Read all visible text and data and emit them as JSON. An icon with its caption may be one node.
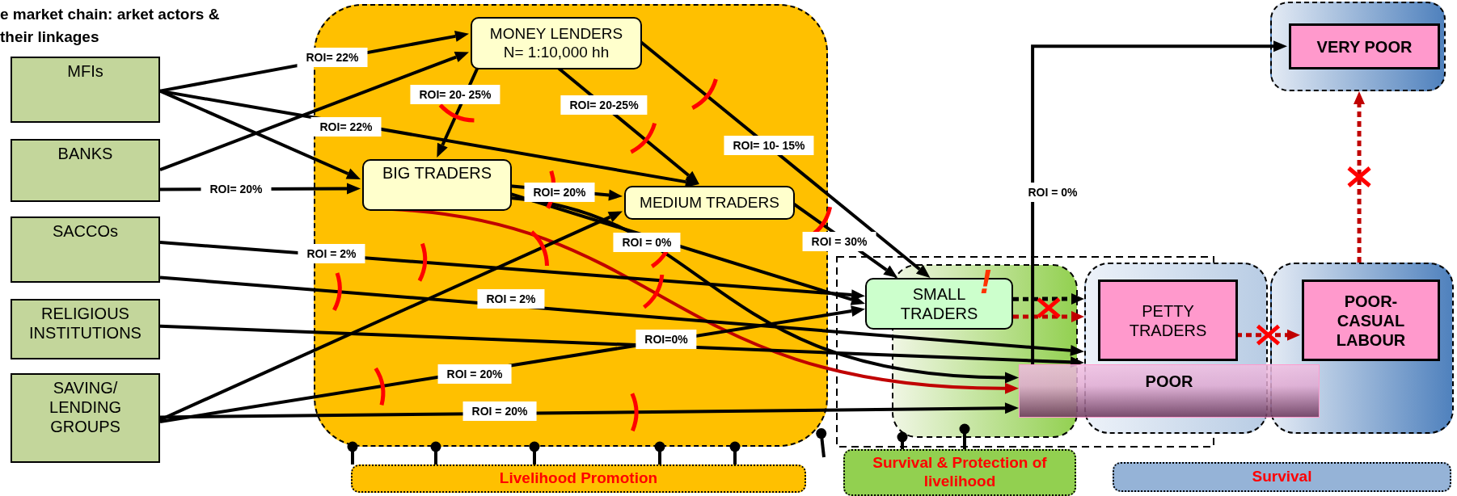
{
  "diagram": {
    "title": "e market chain: arket actors & their linkages",
    "nodes": [
      {
        "text": [
          "MFIs"
        ]
      },
      {
        "text": [
          "BANKS"
        ]
      },
      {
        "text": [
          "SACCOs"
        ]
      },
      {
        "text": [
          "RELIGIOUS INSTITUTIONS"
        ]
      },
      {
        "text": [
          "SAVING/ LENDING GROUPS"
        ]
      },
      {
        "text": [],
        "shape": "box"
      },
      {
        "text": [
          "MONEY LENDERS",
          "N= 1:10,000 hh"
        ],
        "in": 5
      },
      {
        "text": [
          "BIG TRADERS"
        ],
        "in": 5
      },
      {
        "text": [
          "MEDIUM TRADERS"
        ],
        "in": 5
      },
      {
        "text": [
          "SMALL TRADERS"
        ]
      },
      {
        "text": [],
        "shape": "box"
      },
      {
        "text": [
          "PETTY TRADERS"
        ],
        "in": 10
      },
      {
        "text": [],
        "shape": "box"
      },
      {
        "text": [
          "POOR- CASUAL LABOUR"
        ],
        "in": 12
      },
      {
        "text": [
          "POOR"
        ]
      },
      {
        "text": [],
        "shape": "box"
      },
      {
        "text": [
          "VERY POOR"
        ],
        "in": 15
      },
      {
        "text": [
          "Livelihood Promotion"
        ]
      },
      {
        "text": [
          "Survival & Protection of livelihood"
        ]
      },
      {
        "text": [
          "Survival"
        ]
      }
    ],
    "edges": [
      {
        "from": 0,
        "to": 6,
        "arrow": "to",
        "label": "ROI= 22%"
      },
      {
        "from": 0,
        "to": 8,
        "arrow": "to",
        "label": "ROI= 22%"
      },
      {
        "from": 0,
        "to": 7,
        "arrow": "to"
      },
      {
        "from": 1,
        "to": 6,
        "arrow": "to"
      },
      {
        "from": 1,
        "to": 7,
        "arrow": "to",
        "label": "ROI= 20%"
      },
      {
        "from": 6,
        "to": 7,
        "arrow": "to",
        "label": "ROI= 20- 25%"
      },
      {
        "from": 6,
        "to": 8,
        "arrow": "to",
        "label": "ROI= 20-25%"
      },
      {
        "from": 6,
        "to": 9,
        "arrow": "to",
        "label": "ROI= 10- 15%"
      },
      {
        "from": 7,
        "to": 8,
        "arrow": "to",
        "label": "ROI= 20%"
      },
      {
        "from": 7,
        "to": 14,
        "arrow": "to",
        "color": "#c00000"
      },
      {
        "from": 8,
        "to": 9,
        "arrow": "to",
        "label": "ROI = 30%"
      },
      {
        "from": 2,
        "to": 9,
        "arrow": "to",
        "label": "ROI = 2%"
      },
      {
        "from": 2,
        "to": 10,
        "arrow": "to",
        "label": "ROI = 2%"
      },
      {
        "from": 3,
        "to": 10,
        "arrow": "to",
        "label": "ROI=0%"
      },
      {
        "from": 4,
        "to": 8,
        "arrow": "to"
      },
      {
        "from": 4,
        "to": 9,
        "arrow": "to",
        "label": "ROI = 20%"
      },
      {
        "from": 4,
        "to": 14,
        "arrow": "to",
        "label": "ROI = 20%"
      },
      {
        "from": 7,
        "to": 14,
        "arrow": "to",
        "label": "ROI = 0%"
      },
      {
        "from": 7,
        "to": 9,
        "arrow": "to"
      },
      {
        "from": 9,
        "to": 10,
        "arrow": "to",
        "style": "dashed"
      },
      {
        "from": 9,
        "to": 10,
        "arrow": "to",
        "style": "dashed",
        "color": "#c00000"
      },
      {
        "from": 11,
        "to": 13,
        "arrow": "to",
        "style": "dashed",
        "color": "#c00000"
      },
      {
        "from": 12,
        "to": 15,
        "arrow": "to",
        "style": "dashed",
        "color": "#c00000"
      },
      {
        "from": 14,
        "to": 16,
        "arrow": "to",
        "label": "ROI = 0%"
      },
      {
        "from": 5,
        "to": 17,
        "arrow": "other"
      },
      {
        "from": 5,
        "to": 17,
        "arrow": "other"
      },
      {
        "from": 5,
        "to": 17,
        "arrow": "other"
      },
      {
        "from": 5,
        "to": 17,
        "arrow": "other"
      },
      {
        "from": 5,
        "to": 17,
        "arrow": "other"
      },
      {
        "from": 5,
        "to": null,
        "arrow": "other"
      },
      {
        "from": null,
        "to": 18,
        "arrow": "other"
      },
      {
        "from": null,
        "to": 18,
        "arrow": "other"
      }
    ],
    "labels": [
      "!"
    ]
  }
}
